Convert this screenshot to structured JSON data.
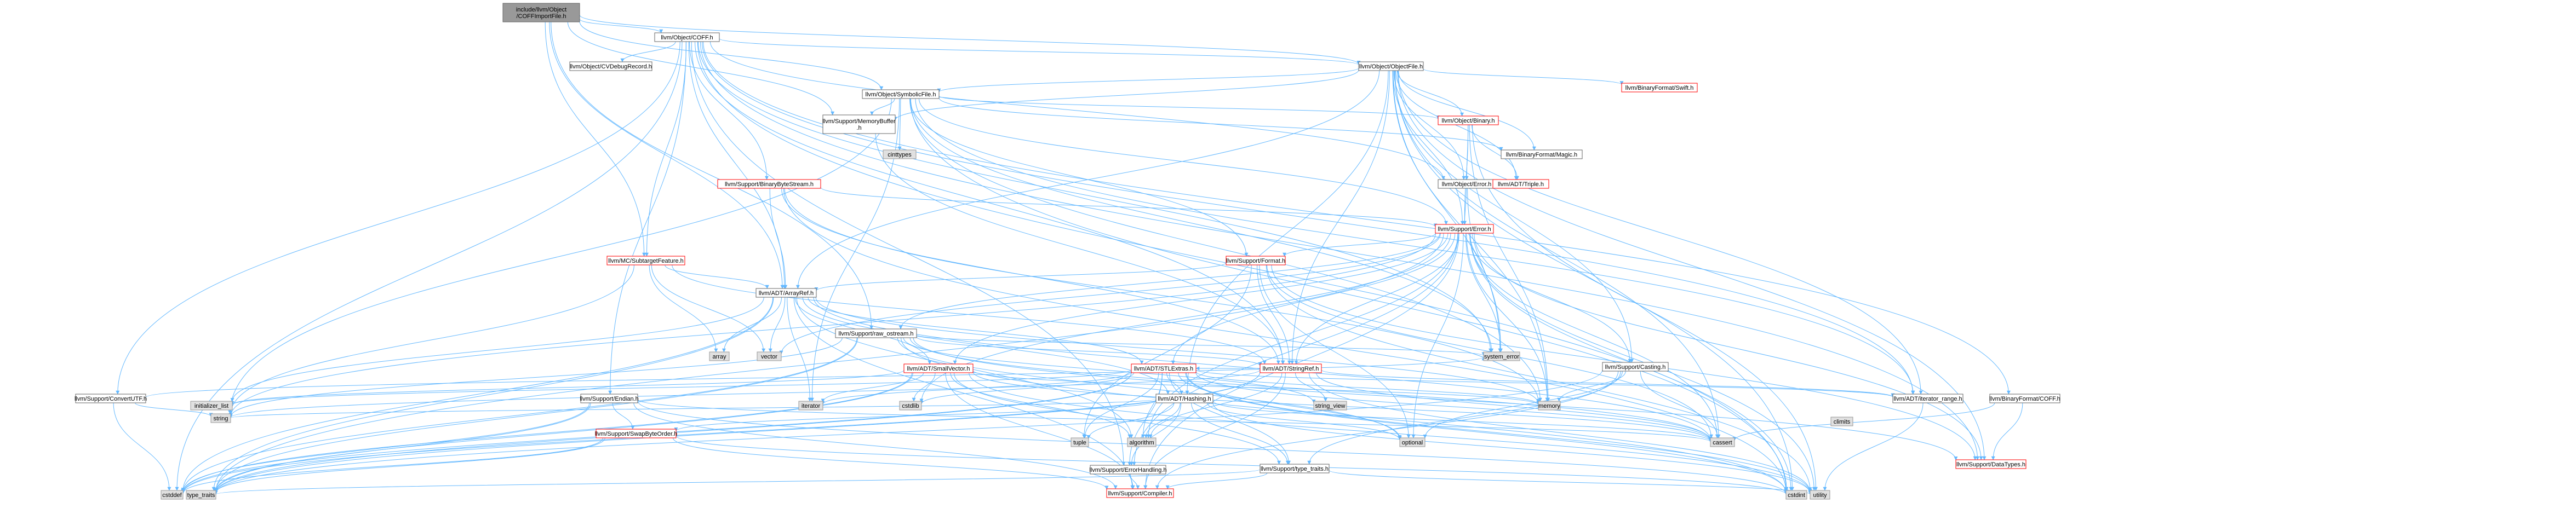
{
  "diagram": {
    "nodes": [
      {
        "id": "root",
        "lines": [
          "include/llvm/Object",
          "/COFFImportFile.h"
        ],
        "style": "root"
      },
      {
        "id": "coff",
        "lines": [
          "llvm/Object/COFF.h"
        ],
        "style": "plain"
      },
      {
        "id": "objectfile",
        "lines": [
          "llvm/Object/ObjectFile.h"
        ],
        "style": "plain"
      },
      {
        "id": "symbolicfile",
        "lines": [
          "llvm/Object/SymbolicFile.h"
        ],
        "style": "plain"
      },
      {
        "id": "cvdebug",
        "lines": [
          "llvm/Object/CVDebugRecord.h"
        ],
        "style": "plain"
      },
      {
        "id": "memorybuffer",
        "lines": [
          "llvm/Support/MemoryBuffer",
          ".h"
        ],
        "style": "plain"
      },
      {
        "id": "cinttypes",
        "lines": [
          "cinttypes"
        ],
        "style": "gray"
      },
      {
        "id": "binaryformatswift",
        "lines": [
          "llvm/BinaryFormat/Swift.h"
        ],
        "style": "red"
      },
      {
        "id": "objectbinary",
        "lines": [
          "llvm/Object/Binary.h"
        ],
        "style": "red"
      },
      {
        "id": "magic",
        "lines": [
          "llvm/BinaryFormat/Magic.h"
        ],
        "style": "plain"
      },
      {
        "id": "objecterror",
        "lines": [
          "llvm/Object/Error.h"
        ],
        "style": "plain"
      },
      {
        "id": "triple",
        "lines": [
          "llvm/ADT/Triple.h"
        ],
        "style": "red"
      },
      {
        "id": "binarybytestream",
        "lines": [
          "llvm/Support/BinaryByteStream.h"
        ],
        "style": "red"
      },
      {
        "id": "supporterror",
        "lines": [
          "llvm/Support/Error.h"
        ],
        "style": "red"
      },
      {
        "id": "subtarget",
        "lines": [
          "llvm/MC/SubtargetFeature.h"
        ],
        "style": "red"
      },
      {
        "id": "format",
        "lines": [
          "llvm/Support/Format.h"
        ],
        "style": "red"
      },
      {
        "id": "arrayref",
        "lines": [
          "llvm/ADT/ArrayRef.h"
        ],
        "style": "plain"
      },
      {
        "id": "rawostream",
        "lines": [
          "llvm/Support/raw_ostream.h"
        ],
        "style": "plain"
      },
      {
        "id": "array",
        "lines": [
          "array"
        ],
        "style": "gray"
      },
      {
        "id": "vector",
        "lines": [
          "vector"
        ],
        "style": "gray"
      },
      {
        "id": "systemerror",
        "lines": [
          "system_error"
        ],
        "style": "gray"
      },
      {
        "id": "smallvector",
        "lines": [
          "llvm/ADT/SmallVector.h"
        ],
        "style": "red"
      },
      {
        "id": "stlextras",
        "lines": [
          "llvm/ADT/STLExtras.h"
        ],
        "style": "red"
      },
      {
        "id": "stringref",
        "lines": [
          "llvm/ADT/StringRef.h"
        ],
        "style": "red"
      },
      {
        "id": "casting",
        "lines": [
          "llvm/Support/Casting.h"
        ],
        "style": "plain"
      },
      {
        "id": "convertutf",
        "lines": [
          "llvm/Support/ConvertUTF.h"
        ],
        "style": "plain"
      },
      {
        "id": "endian",
        "lines": [
          "llvm/Support/Endian.h"
        ],
        "style": "plain"
      },
      {
        "id": "hashing",
        "lines": [
          "llvm/ADT/Hashing.h"
        ],
        "style": "plain"
      },
      {
        "id": "iteratorrange",
        "lines": [
          "llvm/ADT/iterator_range.h"
        ],
        "style": "plain"
      },
      {
        "id": "binaryformatcoff",
        "lines": [
          "llvm/BinaryFormat/COFF.h"
        ],
        "style": "plain"
      },
      {
        "id": "initlist",
        "lines": [
          "initializer_list"
        ],
        "style": "gray"
      },
      {
        "id": "iterator",
        "lines": [
          "iterator"
        ],
        "style": "gray"
      },
      {
        "id": "cstdlib",
        "lines": [
          "cstdlib"
        ],
        "style": "gray"
      },
      {
        "id": "stringview",
        "lines": [
          "string_view"
        ],
        "style": "gray"
      },
      {
        "id": "memory",
        "lines": [
          "memory"
        ],
        "style": "gray"
      },
      {
        "id": "string",
        "lines": [
          "string"
        ],
        "style": "gray"
      },
      {
        "id": "swapbyteorder",
        "lines": [
          "llvm/Support/SwapByteOrder.h"
        ],
        "style": "red"
      },
      {
        "id": "climits",
        "lines": [
          "climits"
        ],
        "style": "gray"
      },
      {
        "id": "algorithm",
        "lines": [
          "algorithm"
        ],
        "style": "gray"
      },
      {
        "id": "errorhandling",
        "lines": [
          "llvm/Support/ErrorHandling.h"
        ],
        "style": "plain"
      },
      {
        "id": "tuple",
        "lines": [
          "tuple"
        ],
        "style": "gray"
      },
      {
        "id": "typetraitsh",
        "lines": [
          "llvm/Support/type_traits.h"
        ],
        "style": "plain"
      },
      {
        "id": "optional",
        "lines": [
          "optional"
        ],
        "style": "gray"
      },
      {
        "id": "cassert",
        "lines": [
          "cassert"
        ],
        "style": "gray"
      },
      {
        "id": "datatypes",
        "lines": [
          "llvm/Support/DataTypes.h"
        ],
        "style": "red"
      },
      {
        "id": "cstddef",
        "lines": [
          "cstddef"
        ],
        "style": "gray"
      },
      {
        "id": "typetraits",
        "lines": [
          "type_traits"
        ],
        "style": "gray"
      },
      {
        "id": "compiler",
        "lines": [
          "llvm/Support/Compiler.h"
        ],
        "style": "red"
      },
      {
        "id": "cstdint",
        "lines": [
          "cstdint"
        ],
        "style": "gray"
      },
      {
        "id": "utility",
        "lines": [
          "utility"
        ],
        "style": "gray"
      }
    ],
    "edges": [
      [
        "root",
        "coff"
      ],
      [
        "root",
        "objectfile"
      ],
      [
        "root",
        "symbolicfile"
      ],
      [
        "root",
        "memorybuffer"
      ],
      [
        "root",
        "arrayref"
      ],
      [
        "root",
        "rawostream"
      ],
      [
        "root",
        "subtarget"
      ],
      [
        "coff",
        "objectfile"
      ],
      [
        "coff",
        "cvdebug"
      ],
      [
        "coff",
        "binarybytestream"
      ],
      [
        "coff",
        "subtarget"
      ],
      [
        "coff",
        "convertutf"
      ],
      [
        "coff",
        "endian"
      ],
      [
        "coff",
        "errorhandling"
      ],
      [
        "coff",
        "binaryformatcoff"
      ],
      [
        "coff",
        "iteratorrange"
      ],
      [
        "coff",
        "objecterror"
      ],
      [
        "coff",
        "systemerror"
      ],
      [
        "coff",
        "stringref"
      ],
      [
        "coff",
        "arrayref"
      ],
      [
        "coff",
        "cstddef"
      ],
      [
        "coff",
        "cstdint"
      ],
      [
        "coff",
        "datatypes"
      ],
      [
        "objectfile",
        "symbolicfile"
      ],
      [
        "objectfile",
        "binaryformatswift"
      ],
      [
        "objectfile",
        "objectbinary"
      ],
      [
        "objectfile",
        "magic"
      ],
      [
        "objectfile",
        "objecterror"
      ],
      [
        "objectfile",
        "triple"
      ],
      [
        "objectfile",
        "supporterror"
      ],
      [
        "objectfile",
        "memorybuffer"
      ],
      [
        "objectfile",
        "casting"
      ],
      [
        "objectfile",
        "hashing"
      ],
      [
        "objectfile",
        "arrayref"
      ],
      [
        "objectfile",
        "stringref"
      ],
      [
        "objectfile",
        "iteratorrange"
      ],
      [
        "objectfile",
        "memory"
      ],
      [
        "objectfile",
        "cassert"
      ],
      [
        "objectfile",
        "cstdint"
      ],
      [
        "objectfile",
        "systemerror"
      ],
      [
        "objectfile",
        "datatypes"
      ],
      [
        "symbolicfile",
        "cinttypes"
      ],
      [
        "symbolicfile",
        "objectbinary"
      ],
      [
        "symbolicfile",
        "supporterror"
      ],
      [
        "symbolicfile",
        "format"
      ],
      [
        "symbolicfile",
        "memorybuffer"
      ],
      [
        "symbolicfile",
        "iterator"
      ],
      [
        "symbolicfile",
        "iteratorrange"
      ],
      [
        "symbolicfile",
        "magic"
      ],
      [
        "symbolicfile",
        "cstdint"
      ],
      [
        "symbolicfile",
        "memory"
      ],
      [
        "symbolicfile",
        "systemerror"
      ],
      [
        "symbolicfile",
        "string"
      ],
      [
        "memorybuffer",
        "stringref"
      ],
      [
        "objectbinary",
        "objecterror"
      ],
      [
        "objectbinary",
        "supporterror"
      ],
      [
        "objectbinary",
        "triple"
      ],
      [
        "objectbinary",
        "memory"
      ],
      [
        "objectbinary",
        "utility"
      ],
      [
        "objecterror",
        "supporterror"
      ],
      [
        "objecterror",
        "systemerror"
      ],
      [
        "binarybytestream",
        "arrayref"
      ],
      [
        "binarybytestream",
        "stringref"
      ],
      [
        "binarybytestream",
        "supporterror"
      ],
      [
        "binarybytestream",
        "memory"
      ],
      [
        "binarybytestream",
        "cstdint"
      ],
      [
        "supporterror",
        "format"
      ],
      [
        "supporterror",
        "rawostream"
      ],
      [
        "supporterror",
        "smallvector"
      ],
      [
        "supporterror",
        "stlextras"
      ],
      [
        "supporterror",
        "stringref"
      ],
      [
        "supporterror",
        "casting"
      ],
      [
        "supporterror",
        "errorhandling"
      ],
      [
        "supporterror",
        "compiler"
      ],
      [
        "supporterror",
        "algorithm"
      ],
      [
        "supporterror",
        "cassert"
      ],
      [
        "supporterror",
        "cstdint"
      ],
      [
        "supporterror",
        "cstdlib"
      ],
      [
        "supporterror",
        "memory"
      ],
      [
        "supporterror",
        "optional"
      ],
      [
        "supporterror",
        "string"
      ],
      [
        "supporterror",
        "systemerror"
      ],
      [
        "supporterror",
        "typetraits"
      ],
      [
        "supporterror",
        "utility"
      ],
      [
        "supporterror",
        "vector"
      ],
      [
        "supporterror",
        "datatypes"
      ],
      [
        "subtarget",
        "arrayref"
      ],
      [
        "subtarget",
        "stringref"
      ],
      [
        "subtarget",
        "array"
      ],
      [
        "subtarget",
        "vector"
      ],
      [
        "subtarget",
        "string"
      ],
      [
        "subtarget",
        "bitset"
      ],
      [
        "format",
        "arrayref"
      ],
      [
        "format",
        "stringref"
      ],
      [
        "format",
        "datatypes"
      ],
      [
        "format",
        "cassert"
      ],
      [
        "format",
        "cstdio"
      ],
      [
        "format",
        "optional"
      ],
      [
        "format",
        "tuple"
      ],
      [
        "format",
        "utility"
      ],
      [
        "arrayref",
        "hashing"
      ],
      [
        "arrayref",
        "smallvector"
      ],
      [
        "arrayref",
        "stlextras"
      ],
      [
        "arrayref",
        "compiler"
      ],
      [
        "arrayref",
        "algorithm"
      ],
      [
        "arrayref",
        "array"
      ],
      [
        "arrayref",
        "cassert"
      ],
      [
        "arrayref",
        "cstddef"
      ],
      [
        "arrayref",
        "initlist"
      ],
      [
        "arrayref",
        "iterator"
      ],
      [
        "arrayref",
        "memory"
      ],
      [
        "arrayref",
        "typetraits"
      ],
      [
        "arrayref",
        "vector"
      ],
      [
        "rawostream",
        "stringref"
      ],
      [
        "rawostream",
        "datatypes"
      ],
      [
        "rawostream",
        "cassert"
      ],
      [
        "rawostream",
        "cstddef"
      ],
      [
        "rawostream",
        "cstdint"
      ],
      [
        "rawostream",
        "cstring"
      ],
      [
        "rawostream",
        "optional"
      ],
      [
        "rawostream",
        "string"
      ],
      [
        "rawostream",
        "stringview"
      ],
      [
        "rawostream",
        "systemerror"
      ],
      [
        "rawostream",
        "typetraits"
      ],
      [
        "smallvector",
        "compiler"
      ],
      [
        "smallvector",
        "typetraitsh"
      ],
      [
        "smallvector",
        "algorithm"
      ],
      [
        "smallvector",
        "cassert"
      ],
      [
        "smallvector",
        "cstddef"
      ],
      [
        "smallvector",
        "cstdlib"
      ],
      [
        "smallvector",
        "cstring"
      ],
      [
        "smallvector",
        "initlist"
      ],
      [
        "smallvector",
        "iterator"
      ],
      [
        "smallvector",
        "limits"
      ],
      [
        "smallvector",
        "memory"
      ],
      [
        "smallvector",
        "newh"
      ],
      [
        "smallvector",
        "typetraits"
      ],
      [
        "smallvector",
        "utility"
      ],
      [
        "stlextras",
        "hashing"
      ],
      [
        "stlextras",
        "iteratorrange"
      ],
      [
        "stlextras",
        "errorhandling"
      ],
      [
        "stlextras",
        "typetraitsh"
      ],
      [
        "stlextras",
        "algorithm"
      ],
      [
        "stlextras",
        "cassert"
      ],
      [
        "stlextras",
        "cstddef"
      ],
      [
        "stlextras",
        "cstdint"
      ],
      [
        "stlextras",
        "cstdlib"
      ],
      [
        "stlextras",
        "initlist"
      ],
      [
        "stlextras",
        "iterator"
      ],
      [
        "stlextras",
        "memory"
      ],
      [
        "stlextras",
        "optional"
      ],
      [
        "stlextras",
        "tuple"
      ],
      [
        "stlextras",
        "typetraits"
      ],
      [
        "stlextras",
        "utility"
      ],
      [
        "stringref",
        "stlextras"
      ],
      [
        "stringref",
        "iteratorrange"
      ],
      [
        "stringref",
        "compiler"
      ],
      [
        "stringref",
        "algorithm"
      ],
      [
        "stringref",
        "cassert"
      ],
      [
        "stringref",
        "cstddef"
      ],
      [
        "stringref",
        "cstring"
      ],
      [
        "stringref",
        "limits"
      ],
      [
        "stringref",
        "string"
      ],
      [
        "stringref",
        "stringview"
      ],
      [
        "stringref",
        "typetraits"
      ],
      [
        "stringref",
        "utility"
      ],
      [
        "casting",
        "compiler"
      ],
      [
        "casting",
        "typetraitsh"
      ],
      [
        "casting",
        "cassert"
      ],
      [
        "casting",
        "memory"
      ],
      [
        "casting",
        "optional"
      ],
      [
        "casting",
        "typetraits"
      ],
      [
        "convertutf",
        "cstddef"
      ],
      [
        "convertutf",
        "string"
      ],
      [
        "convertutf",
        "systemerror"
      ],
      [
        "endian",
        "compiler"
      ],
      [
        "endian",
        "swapbyteorder"
      ],
      [
        "endian",
        "cassert"
      ],
      [
        "endian",
        "cstddef"
      ],
      [
        "endian",
        "cstdint"
      ],
      [
        "endian",
        "cstring"
      ],
      [
        "endian",
        "typetraits"
      ],
      [
        "hashing",
        "errorhandling"
      ],
      [
        "hashing",
        "swapbyteorder"
      ],
      [
        "hashing",
        "typetraitsh"
      ],
      [
        "hashing",
        "algorithm"
      ],
      [
        "hashing",
        "cassert"
      ],
      [
        "hashing",
        "cstring"
      ],
      [
        "hashing",
        "optional"
      ],
      [
        "hashing",
        "string"
      ],
      [
        "hashing",
        "tuple"
      ],
      [
        "hashing",
        "utility"
      ],
      [
        "iteratorrange",
        "utility"
      ],
      [
        "binaryformatcoff",
        "datatypes"
      ],
      [
        "binaryformatcoff",
        "cassert"
      ],
      [
        "swapbyteorder",
        "compiler"
      ],
      [
        "swapbyteorder",
        "cstddef"
      ],
      [
        "swapbyteorder",
        "cstdint"
      ],
      [
        "swapbyteorder",
        "typetraits"
      ],
      [
        "errorhandling",
        "compiler"
      ],
      [
        "typetraitsh",
        "compiler"
      ],
      [
        "typetraitsh",
        "typetraits"
      ],
      [
        "typetraitsh",
        "utility"
      ]
    ]
  },
  "colors": {
    "edge": "#63b8ff",
    "root_fill": "#999999",
    "plain_border": "#666666",
    "red_border": "#ff0000",
    "gray_fill": "#e0e0e0",
    "gray_border": "#999999"
  }
}
